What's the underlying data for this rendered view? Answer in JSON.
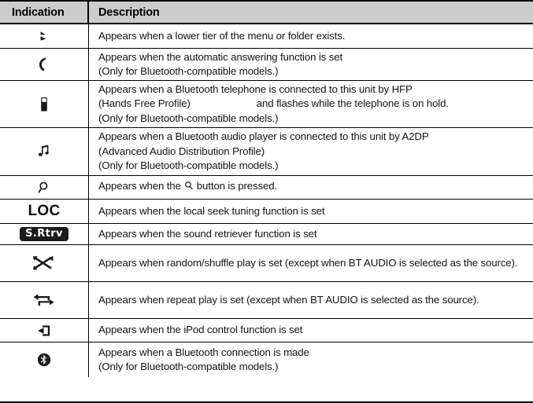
{
  "table": {
    "columns": [
      {
        "key": "indication",
        "label": "Indication"
      },
      {
        "key": "description",
        "label": "Description"
      }
    ],
    "rows": [
      {
        "icon_name": "lower-tier-arrow-icon",
        "icon_label": "lower tier arrow",
        "description": "Appears when a lower tier of the menu or folder exists."
      },
      {
        "icon_name": "phone-handset-icon",
        "icon_label": "phone handset",
        "description": "Appears when the automatic answering function is set\n(Only for Bluetooth-compatible models.)"
      },
      {
        "icon_name": "mobile-phone-icon",
        "icon_label": "mobile phone",
        "description_part1": "Appears when a Bluetooth telephone is connected to this unit by HFP",
        "description_part2a": "(Hands Free Profile)",
        "description_part2b": "and flashes while the telephone is on hold.",
        "description_part3": "(Only for Bluetooth-compatible models.)"
      },
      {
        "icon_name": "music-note-icon",
        "icon_label": "music note",
        "description": "Appears when a Bluetooth audio player is connected to this unit by A2DP\n(Advanced Audio Distribution Profile)\n(Only for Bluetooth-compatible models.)"
      },
      {
        "icon_name": "magnifier-icon",
        "icon_label": "magnifier",
        "description_part1": "Appears when the",
        "inline_icon_name": "search-button-icon",
        "description_part2": "button is pressed."
      },
      {
        "icon_name": "loc-text-indicator",
        "icon_label": "LOC",
        "description": "Appears when the local seek tuning function is set"
      },
      {
        "icon_name": "sound-retriever-badge",
        "icon_label": "S.Rtrv",
        "description": "Appears when the sound retriever function is set"
      },
      {
        "icon_name": "shuffle-icon",
        "icon_label": "shuffle arrows",
        "description": "Appears when random/shuffle play is set (except when BT AUDIO is selected as the source)."
      },
      {
        "icon_name": "repeat-icon",
        "icon_label": "repeat arrows",
        "description": "Appears when repeat play is set (except when BT AUDIO is selected as the source)."
      },
      {
        "icon_name": "ipod-control-icon",
        "icon_label": "iPod control",
        "description": "Appears when the iPod control function is set"
      },
      {
        "icon_name": "bluetooth-icon",
        "icon_label": "Bluetooth",
        "description": "Appears when a Bluetooth connection is made\n(Only for Bluetooth-compatible models.)"
      }
    ]
  },
  "colors": {
    "header_background": "#cccccc",
    "border": "#000000",
    "text": "#141414",
    "badge_background": "#1b1b1b",
    "badge_text": "#ffffff"
  }
}
